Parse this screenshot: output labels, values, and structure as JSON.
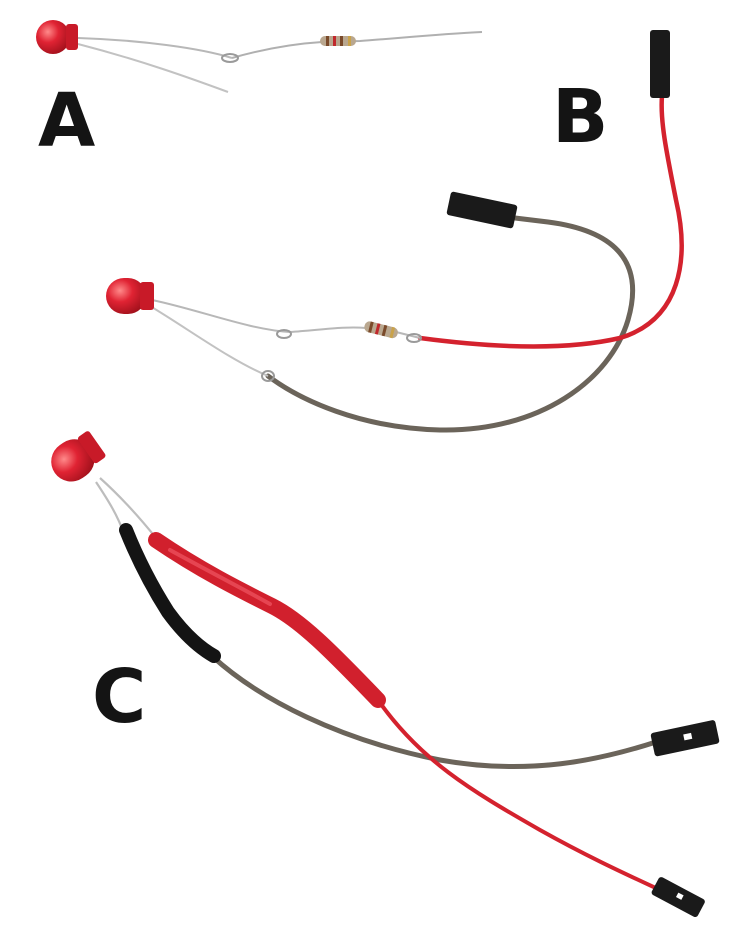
{
  "labels": {
    "a": "A",
    "b": "B",
    "c": "C"
  },
  "colors": {
    "background": "#ffffff",
    "led_red": "#d81b2a",
    "wire_red": "#d4222e",
    "wire_grey": "#6b645a",
    "connector_black": "#1a1a1a",
    "lead_silver": "#b8b8b8",
    "heatshrink_black": "#141414",
    "heatshrink_red": "#d1202d",
    "label_text": "#141414"
  },
  "parts": {
    "a": {
      "items": [
        "led-icon",
        "resistor-icon",
        "wire-leads"
      ]
    },
    "b": {
      "items": [
        "led-icon",
        "resistor-icon",
        "red-jumper-wire",
        "grey-jumper-wire",
        "female-connector-icon"
      ]
    },
    "c": {
      "items": [
        "led-icon",
        "heat-shrink-black",
        "heat-shrink-red",
        "red-jumper-wire",
        "grey-jumper-wire",
        "female-connector-icon"
      ]
    }
  }
}
